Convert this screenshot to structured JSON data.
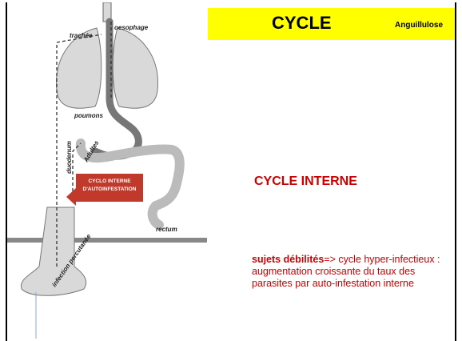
{
  "title": "CYCLE",
  "subtitle": "Anguillulose",
  "heading": "CYCLE INTERNE",
  "description": {
    "bold": "sujets débilités",
    "rest": "=> cycle hyper-infectieux : augmentation croissante du taux des parasites par auto-infestation interne"
  },
  "diagram": {
    "labels": {
      "trachea": "trachée",
      "esophagus": "oesophage",
      "lungs": "poumons",
      "duodenum": "duodenum",
      "adults": "Adultes",
      "rectum": "rectum",
      "infection": "infection percutanée"
    },
    "banner_line1": "CYCLO INTERNE",
    "banner_line2": "D'AUTOINFESTATION",
    "colors": {
      "banner": "#c0392b",
      "organ": "#d9d9d9",
      "organ_stroke": "#666666",
      "ground": "#888888"
    }
  }
}
